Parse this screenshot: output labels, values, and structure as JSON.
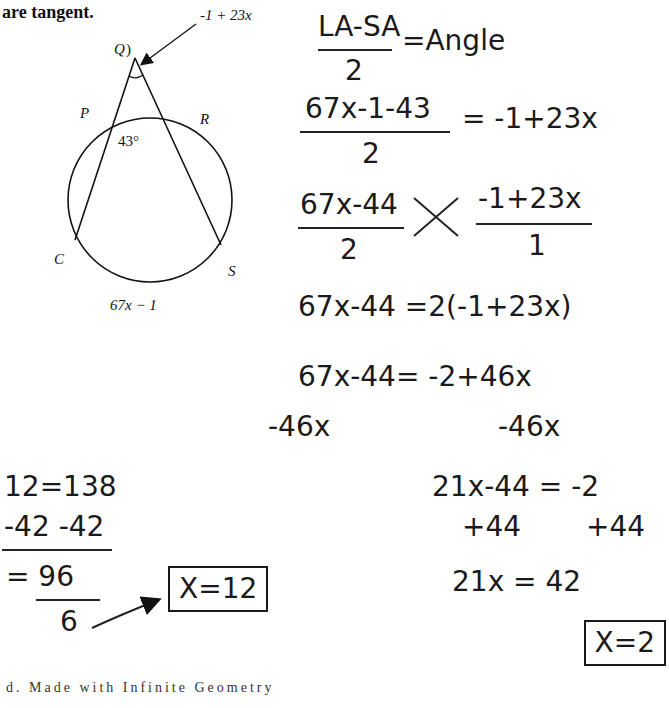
{
  "diagram": {
    "nodes": [
      {
        "text": [
          "X=12"
        ]
      },
      {
        "text": [
          "X=2"
        ]
      }
    ],
    "labels": [
      "are tangent.",
      ")",
      "Q",
      "-1 + 23x",
      "P",
      "R",
      "43°",
      "C",
      "S",
      "67x − 1",
      "LA-SA",
      "2",
      "=Angle",
      "67x-1-43",
      "2",
      "= -1+23x",
      "67x-44",
      "2",
      "-1+23x",
      "1",
      "67x-44 =2(-1+23x)",
      "67x-44= -2+46x",
      "-46x",
      "-46x",
      "12=138",
      "-42 -42",
      "= 96",
      "6",
      "21x-44 = -2",
      "+44",
      "+44",
      "21x = 42",
      "d. Made with Infinite Geometry"
    ]
  }
}
